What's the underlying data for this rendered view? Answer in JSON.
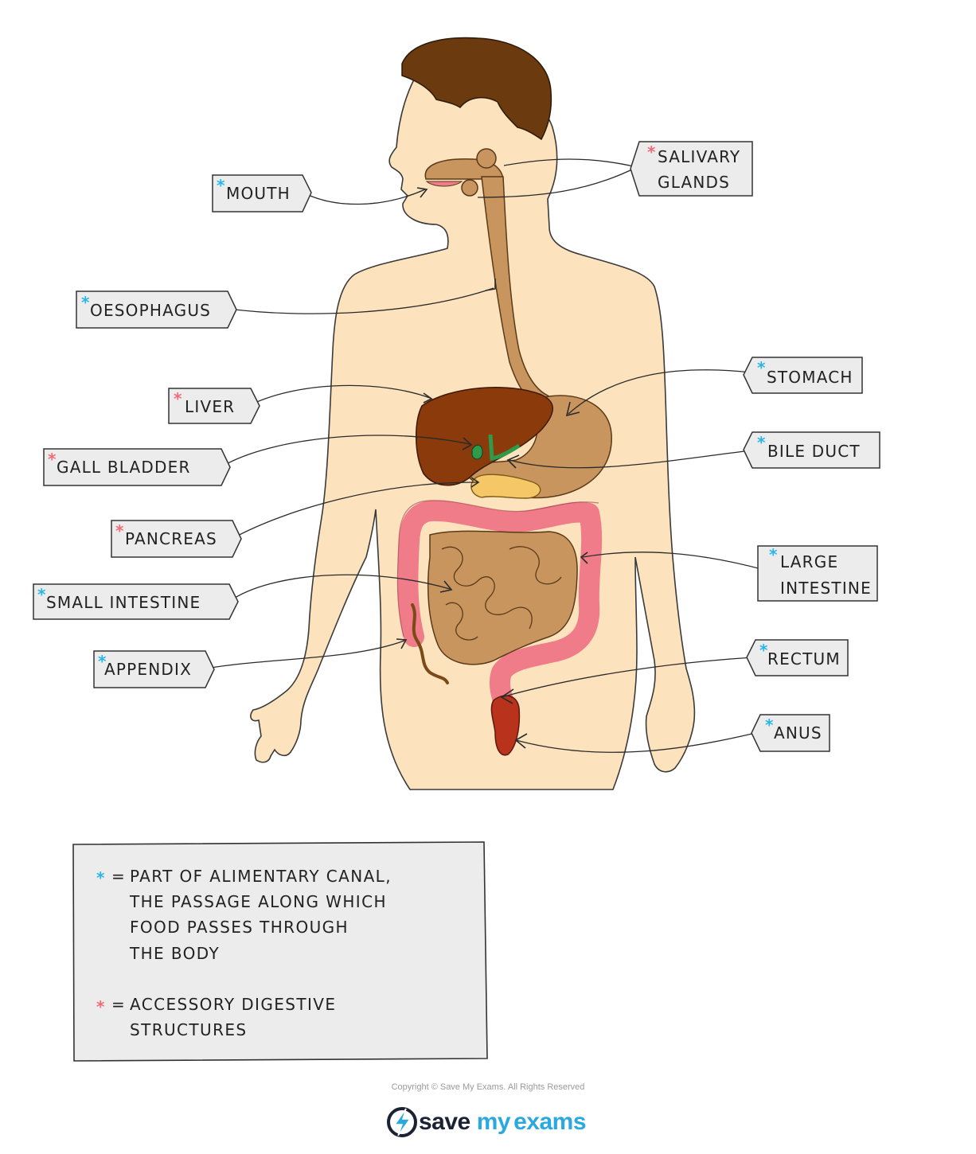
{
  "colors": {
    "alimentary": "#29b6e8",
    "accessory": "#f26b7a",
    "skin": "#fde3bd",
    "hair": "#6b3a0e",
    "gut": "#c8955f",
    "liver": "#8b3a0c",
    "large_intestine": "#f07c8a",
    "gall": "#2e9a4a",
    "pancreas": "#f6c766",
    "rectum": "#b8321c"
  },
  "labels": {
    "mouth": {
      "star": "*",
      "lines": [
        "MOUTH"
      ],
      "type": "alimentary"
    },
    "salivary": {
      "star": "*",
      "lines": [
        "SALIVARY",
        "GLANDS"
      ],
      "type": "accessory"
    },
    "oesophagus": {
      "star": "*",
      "lines": [
        "OESOPHAGUS"
      ],
      "type": "alimentary"
    },
    "stomach": {
      "star": "*",
      "lines": [
        "STOMACH"
      ],
      "type": "alimentary"
    },
    "liver": {
      "star": "*",
      "lines": [
        "LIVER"
      ],
      "type": "accessory"
    },
    "bile_duct": {
      "star": "*",
      "lines": [
        "BILE  DUCT"
      ],
      "type": "alimentary"
    },
    "gall_bladder": {
      "star": "*",
      "lines": [
        "GALL   BLADDER"
      ],
      "type": "accessory"
    },
    "pancreas": {
      "star": "*",
      "lines": [
        "PANCREAS"
      ],
      "type": "accessory"
    },
    "large_intestine": {
      "star": "*",
      "lines": [
        "LARGE",
        "INTESTINE"
      ],
      "type": "alimentary"
    },
    "small_intestine": {
      "star": "*",
      "lines": [
        "SMALL   INTESTINE"
      ],
      "type": "alimentary"
    },
    "rectum": {
      "star": "*",
      "lines": [
        "RECTUM"
      ],
      "type": "alimentary"
    },
    "appendix": {
      "star": "*",
      "lines": [
        "APPENDIX"
      ],
      "type": "alimentary"
    },
    "anus": {
      "star": "*",
      "lines": [
        "ANUS"
      ],
      "type": "alimentary"
    }
  },
  "legend": {
    "items": [
      {
        "star": "*",
        "eq": "=",
        "type": "alimentary",
        "lines": [
          "PART   OF   ALIMENTARY   CANAL,",
          "THE   PASSAGE   ALONG   WHICH",
          "FOOD   PASSES   THROUGH",
          "THE   BODY"
        ]
      },
      {
        "star": "*",
        "eq": "=",
        "type": "accessory",
        "lines": [
          "ACCESSORY   DIGESTIVE",
          "STRUCTURES"
        ]
      }
    ]
  },
  "footer": {
    "copyright": "Copyright © Save My Exams. All Rights Reserved",
    "logo_part1": "save",
    "logo_part2": "my",
    "logo_part3": "exams"
  }
}
